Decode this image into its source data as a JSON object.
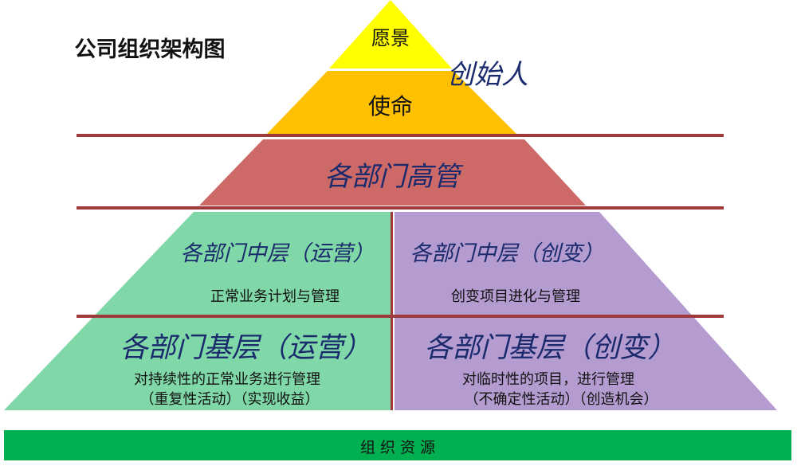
{
  "title": "公司组织架构图",
  "colors": {
    "vision": "#ffff00",
    "mission": "#ffc000",
    "senior": "#cd6967",
    "ops": "#80d8a8",
    "innovation": "#b49bd0",
    "divider": "#9e3a3a",
    "base": "#00b050",
    "text_blue": "#1a2a6c"
  },
  "levels": {
    "vision": "愿景",
    "founder": "创始人",
    "mission": "使命",
    "senior": "各部门高管",
    "middle_ops": {
      "title": "各部门中层（运营）",
      "desc": "正常业务计划与管理"
    },
    "middle_innov": {
      "title": "各部门中层（创变）",
      "desc": "创变项目进化与管理"
    },
    "base_ops": {
      "title": "各部门基层（运营）",
      "desc1": "对持续性的正常业务进行管理",
      "desc2": "（重复性活动）（实现收益）"
    },
    "base_innov": {
      "title": "各部门基层（创变）",
      "desc1": "对临时性的项目，进行管理",
      "desc2": "（不确定性活动）（创造机会）"
    }
  },
  "foundation": "组 织 资 源"
}
